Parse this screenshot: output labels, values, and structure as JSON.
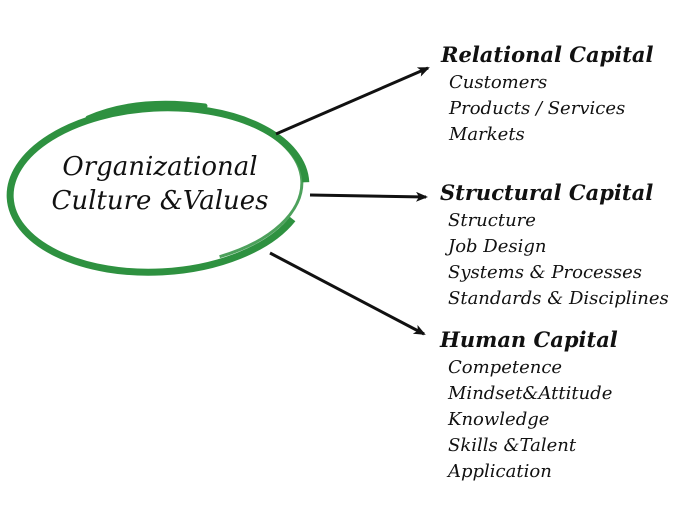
{
  "center": {
    "line1": "Organizational",
    "line2": "Culture &Values"
  },
  "colors": {
    "ring": "#2e9140",
    "arrow": "#111111",
    "text": "#111111"
  },
  "groups": [
    {
      "title": "Relational Capital",
      "items": [
        "Customers",
        "Products / Services",
        "Markets"
      ]
    },
    {
      "title": "Structural Capital",
      "items": [
        "Structure",
        "Job Design",
        "Systems  & Processes",
        "Standards  & Disciplines"
      ]
    },
    {
      "title": "Human Capital",
      "items": [
        "Competence",
        "Mindset&Attitude",
        "Knowledge",
        "Skills &Talent",
        "Application"
      ]
    }
  ]
}
